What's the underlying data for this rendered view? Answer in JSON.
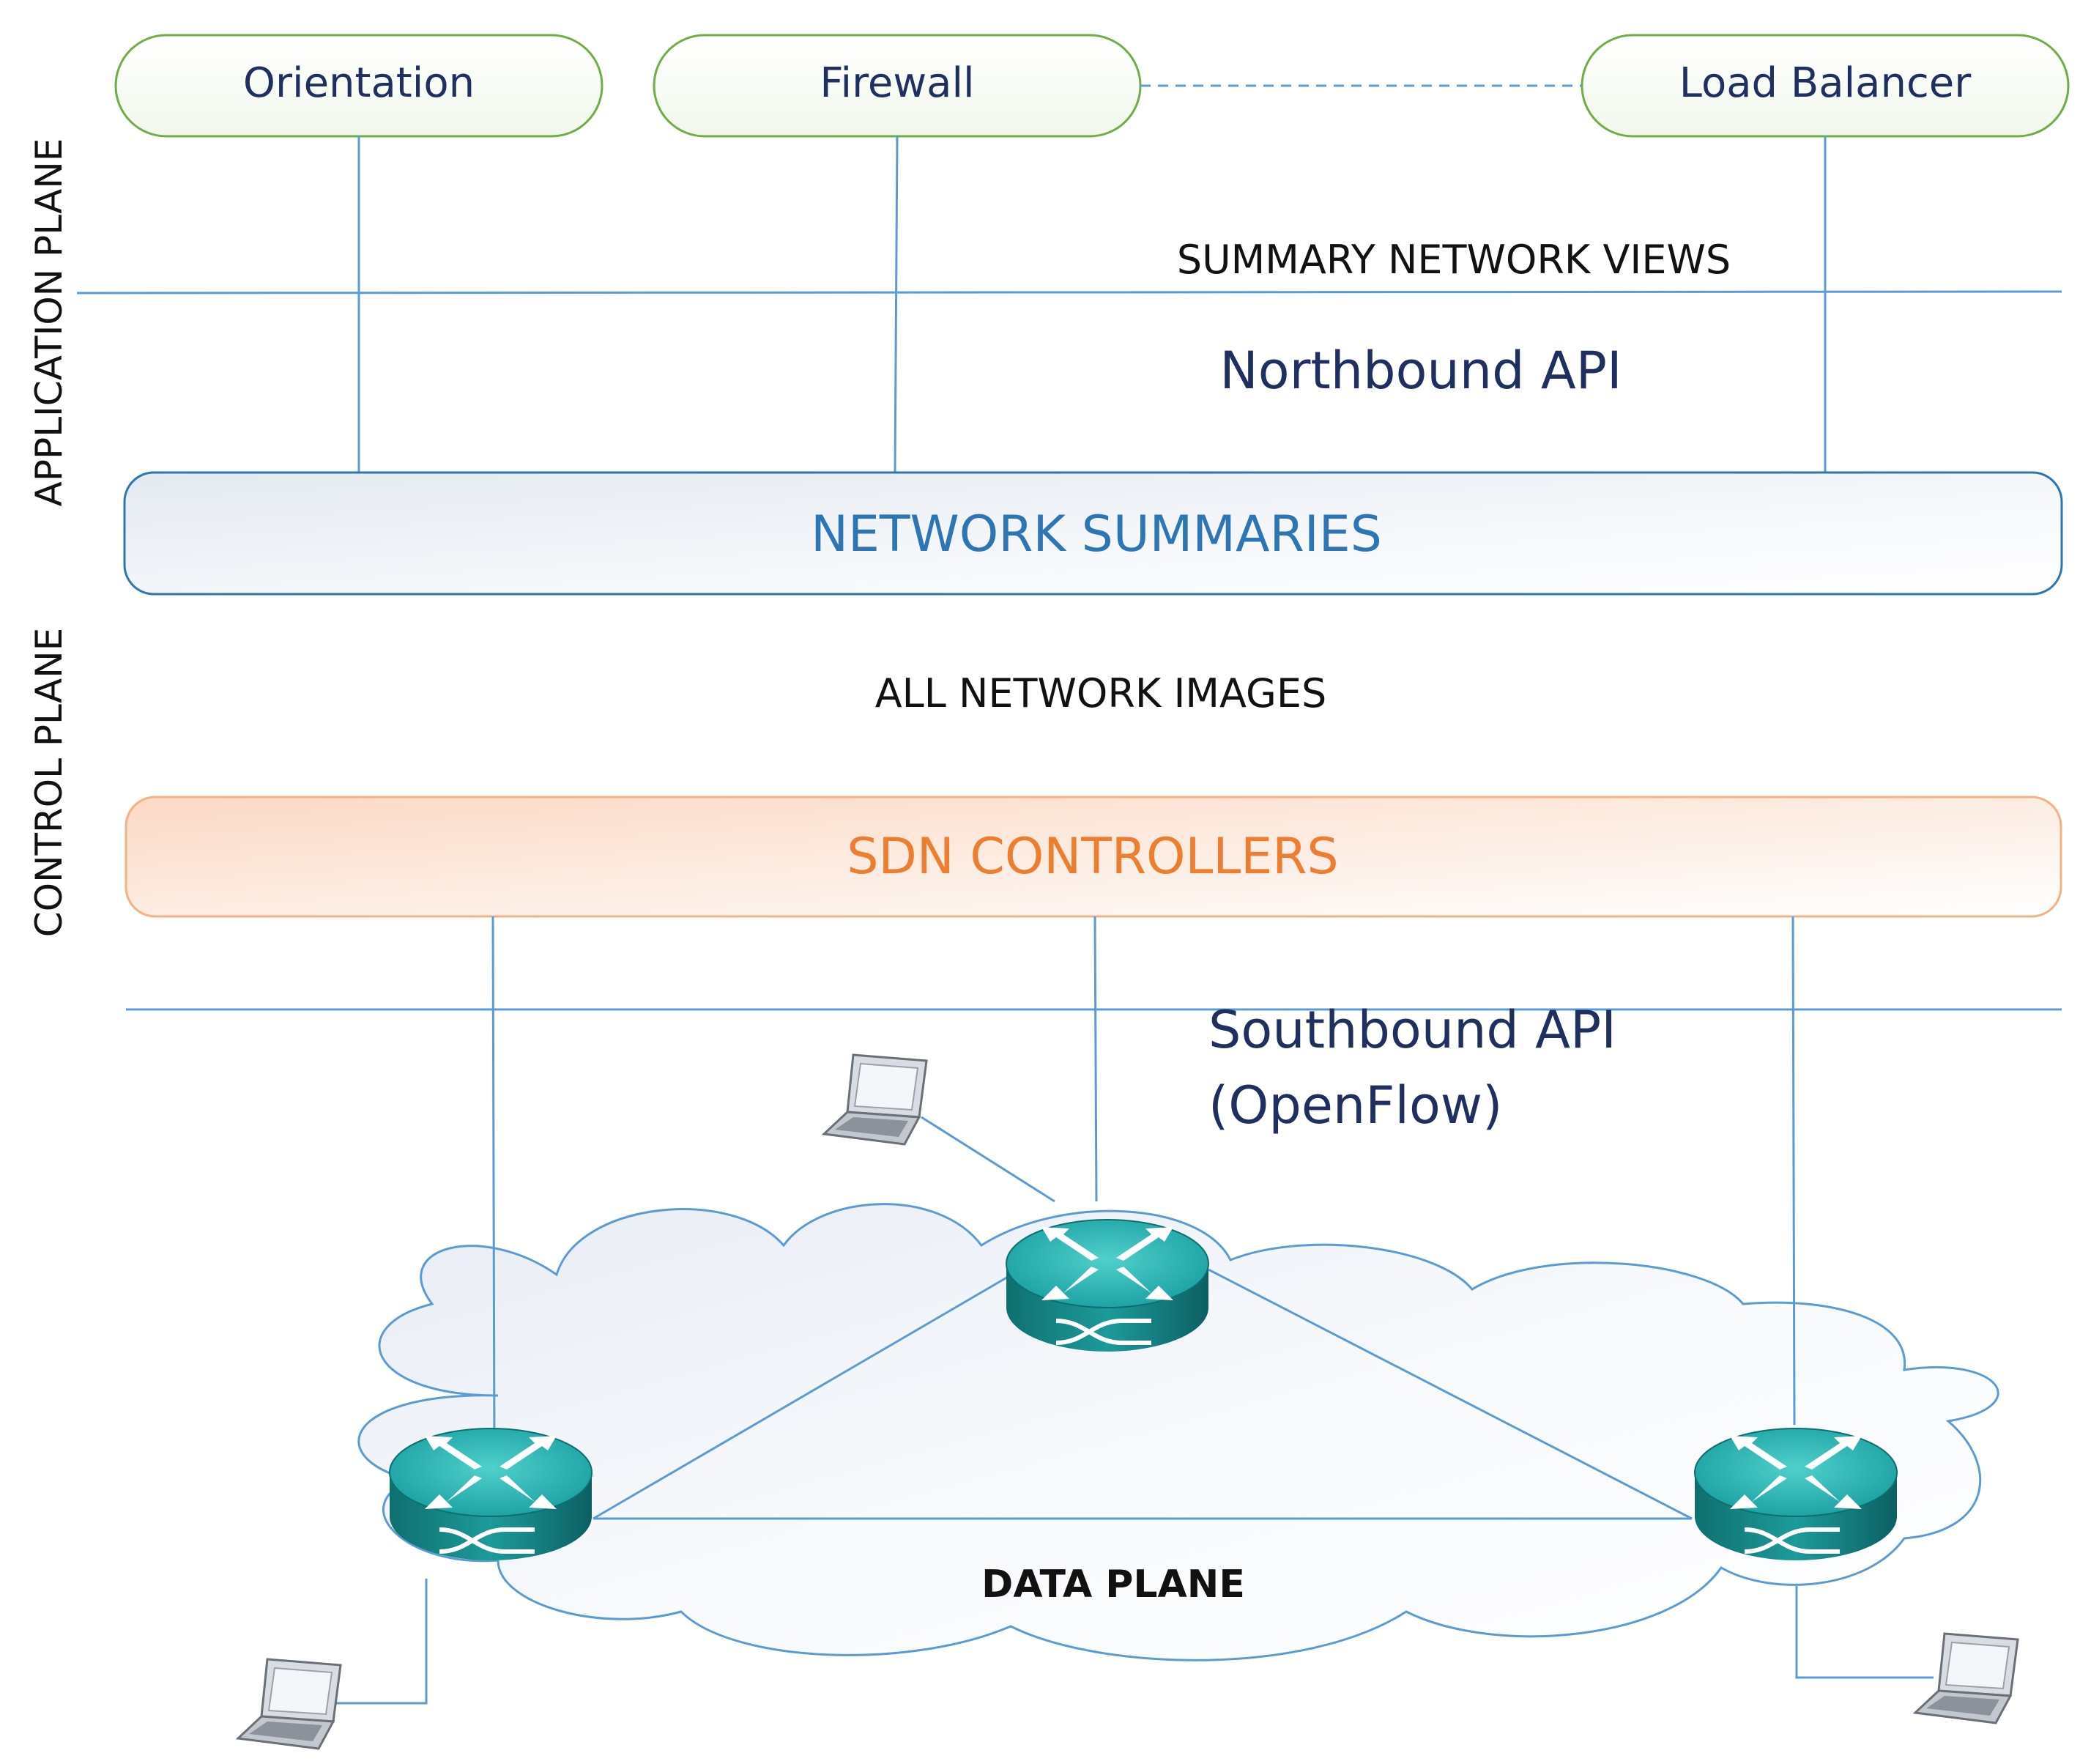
{
  "apps": [
    {
      "name": "Orientation"
    },
    {
      "name": "Firewall"
    },
    {
      "name": "Load Balancer"
    }
  ],
  "labels": {
    "summary_network_views": "SUMMARY NETWORK VIEWS",
    "northbound_api": "Northbound API",
    "network_summaries": "NETWORK SUMMARIES",
    "all_network_images": "ALL NETWORK IMAGES",
    "sdn_controllers": "SDN CONTROLLERS",
    "southbound_api_line1": "Southbound API",
    "southbound_api_line2": "(OpenFlow)",
    "data_plane": "DATA PLANE"
  },
  "planes": {
    "application": "APPLICATION PLANE",
    "control": "CONTROL PLANE"
  },
  "devices": {
    "routers": [
      "router-top",
      "router-left",
      "router-right"
    ],
    "laptops": [
      "laptop-top",
      "laptop-left",
      "laptop-right"
    ]
  },
  "colors": {
    "line": "#5b9bd5",
    "app_border": "#70ad47",
    "summaries_text": "#2e75b6",
    "controllers_text": "#ed7d31",
    "controllers_border": "#f4b183",
    "api_text": "#1f2f5f",
    "router": "#1f9a9a"
  }
}
